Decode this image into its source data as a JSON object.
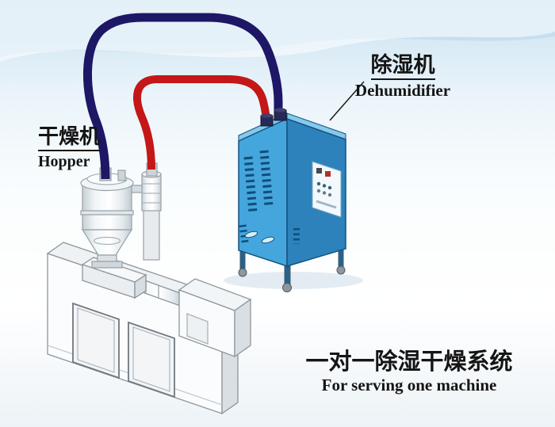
{
  "labels": {
    "dehumidifier_zh": "除湿机",
    "dehumidifier_en": "Dehumidifier",
    "hopper_zh": "干燥机",
    "hopper_en": "Hopper",
    "caption_zh": "一对一除湿干燥系统",
    "caption_en": "For serving one machine"
  },
  "colors": {
    "hose_red": "#c41717",
    "hose_blue": "#1d1766",
    "dehumidifier_front": "#45a6dd",
    "dehumidifier_side": "#2d82bb",
    "dehumidifier_top": "#85c9ec",
    "sky_band": "#c3ddee"
  }
}
